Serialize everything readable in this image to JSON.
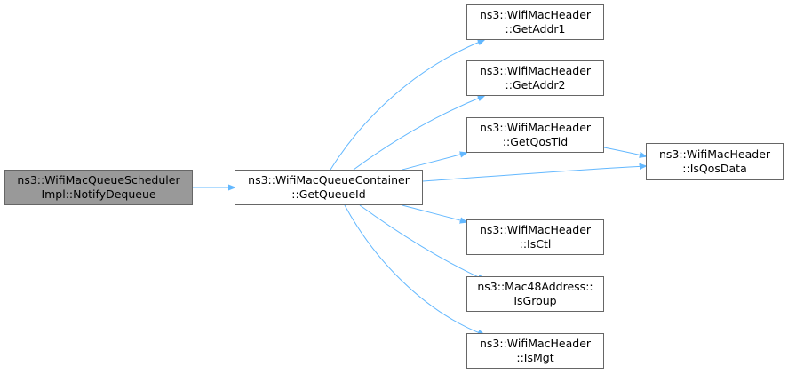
{
  "diagram": {
    "edge_color": "#63b8ff",
    "nodes": {
      "source": {
        "line1": "ns3::WifiMacQueueScheduler",
        "line2": "Impl::NotifyDequeue"
      },
      "getQueueId": {
        "line1": "ns3::WifiMacQueueContainer",
        "line2": "::GetQueueId"
      },
      "getAddr1": {
        "line1": "ns3::WifiMacHeader",
        "line2": "::GetAddr1"
      },
      "getAddr2": {
        "line1": "ns3::WifiMacHeader",
        "line2": "::GetAddr2"
      },
      "getQosTid": {
        "line1": "ns3::WifiMacHeader",
        "line2": "::GetQosTid"
      },
      "isQosData": {
        "line1": "ns3::WifiMacHeader",
        "line2": "::IsQosData"
      },
      "isCtl": {
        "line1": "ns3::WifiMacHeader",
        "line2": "::IsCtl"
      },
      "isGroup": {
        "line1": "ns3::Mac48Address::",
        "line2": "IsGroup"
      },
      "isMgt": {
        "line1": "ns3::WifiMacHeader",
        "line2": "::IsMgt"
      }
    }
  }
}
